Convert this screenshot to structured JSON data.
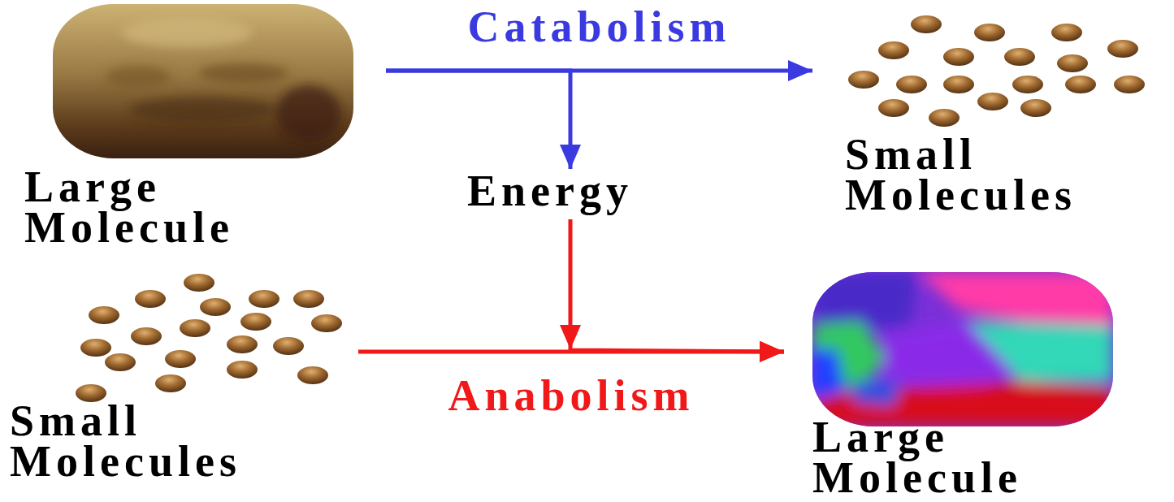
{
  "diagram": {
    "nodes": [
      {
        "text": [
          "Large Molecule"
        ]
      },
      {
        "text": [
          "Small Molecules"
        ]
      },
      {
        "text": [
          "Energy"
        ]
      },
      {
        "text": [
          "Small Molecules"
        ]
      },
      {
        "text": [
          "Large Molecule"
        ]
      }
    ],
    "edges": [
      {
        "from": 0,
        "to": 1,
        "arrow": "to",
        "label": "Catabolism"
      },
      {
        "from": 0,
        "to": 2,
        "arrow": "to"
      },
      {
        "from": 3,
        "to": 4,
        "arrow": "to",
        "label": "Anabolism"
      },
      {
        "from": 2,
        "to": 4,
        "arrow": "to"
      }
    ]
  }
}
